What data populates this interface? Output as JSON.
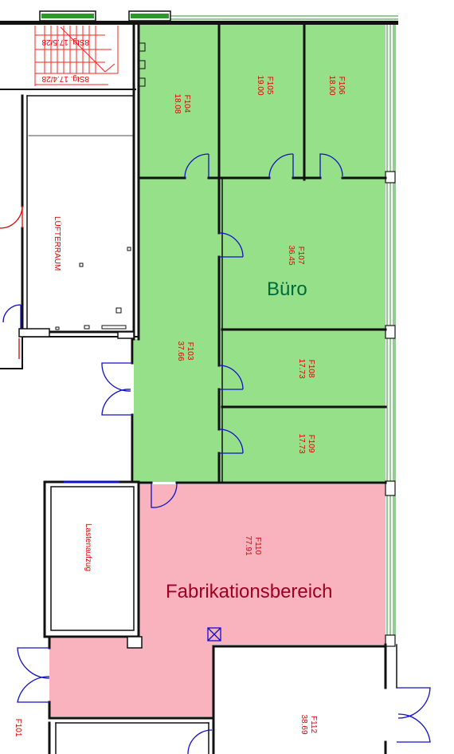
{
  "zones": {
    "office": {
      "label": "Büro",
      "color": "#006a3a",
      "fill": "#97e08a"
    },
    "fabrication": {
      "label": "Fabrikationsbereich",
      "color": "#a00020",
      "fill": "#f9b3bf"
    }
  },
  "rooms": [
    {
      "id": "F104",
      "area": "18.08"
    },
    {
      "id": "F105",
      "area": "19.00"
    },
    {
      "id": "F106",
      "area": "18.00"
    },
    {
      "id": "F107",
      "area": "36.45"
    },
    {
      "id": "F103",
      "area": "37.66"
    },
    {
      "id": "F108",
      "area": "17.73"
    },
    {
      "id": "F109",
      "area": "17.73"
    },
    {
      "id": "F110",
      "area": "77.91"
    },
    {
      "id": "F112",
      "area": "38.69"
    },
    {
      "id": "F101",
      "area": ""
    }
  ],
  "labels": {
    "fan_room": "LÜFTERRAUM",
    "freight_elevator": "Lastenaufzug",
    "stair_top": "8Stg. 17.5/28",
    "stair_bottom": "8Stg. 17.4/28"
  },
  "colors": {
    "wall": "#111111",
    "door": "#1010c8",
    "annotation": "#e00000",
    "stair": "#ff2020",
    "glazing": "#2a9a2a"
  }
}
